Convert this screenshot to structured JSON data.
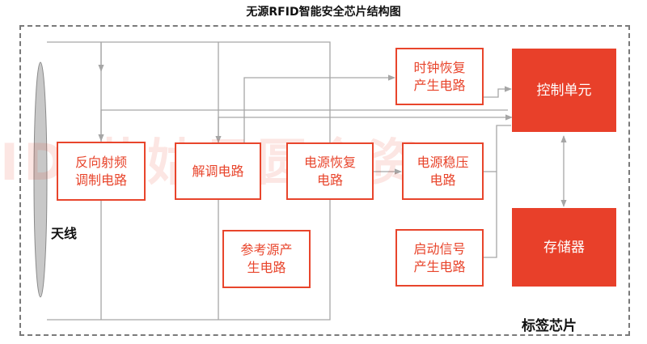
{
  "title": "无源RFID智能安全芯片结构图",
  "blocks": {
    "reverse_rf_modulation": "反向射频\n调制电路",
    "demodulation": "解调电路",
    "power_recovery": "电源恢复\n电路",
    "power_regulation": "电源稳压\n电路",
    "clock_recovery": "时钟恢复\n产生电路",
    "reference_source": "参考源产\n生电路",
    "start_signal": "启动信号\n产生电路",
    "control_unit": "控制单元",
    "memory": "存储器"
  },
  "labels": {
    "antenna": "天线",
    "tag_chip": "标签芯片"
  },
  "watermark": "ID 花姑月圆金资",
  "colors": {
    "accent": "#e8402a",
    "outline": "#e8452c",
    "wire": "#a6a6a6",
    "frame": "#7a7a7a"
  }
}
